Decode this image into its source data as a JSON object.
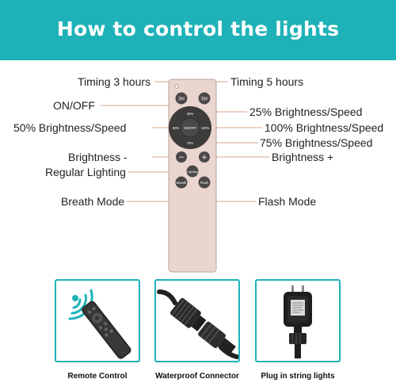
{
  "header": {
    "title": "How to control the lights",
    "background": "#1eb2b8"
  },
  "remote": {
    "buttons": {
      "timer_3h": "3H",
      "timer_5h": "5H",
      "on_off": "ON/OFF",
      "pct_25": "25%",
      "pct_50": "50%",
      "pct_75": "75%",
      "pct_100": "100%",
      "minus": "−",
      "plus": "+",
      "lighting": "Lighting",
      "breath": "Breath",
      "flash": "Flash"
    },
    "callouts": {
      "timing_3": "Timing 3 hours",
      "timing_5": "Timing 5 hours",
      "on_off": "ON/OFF",
      "brightness_25": "25% Brightness/Speed",
      "brightness_50": "50% Brightness/Speed",
      "brightness_100": "100% Brightness/Speed",
      "brightness_75": "75% Brightness/Speed",
      "brightness_minus": "Brightness -",
      "brightness_plus": "Brightness +",
      "regular_lighting": "Regular Lighting",
      "breath_mode": "Breath Mode",
      "flash_mode": "Flash Mode"
    }
  },
  "panels": [
    {
      "caption": "Remote Control",
      "icon": "remote-control-icon"
    },
    {
      "caption": "Waterproof Connector",
      "icon": "waterproof-connector-icon"
    },
    {
      "caption": "Plug in string lights",
      "icon": "plug-adapter-icon"
    }
  ],
  "colors": {
    "accent": "#1eb2b8",
    "remote_body": "#ead6cf",
    "leader_line": "#d9a48d"
  }
}
